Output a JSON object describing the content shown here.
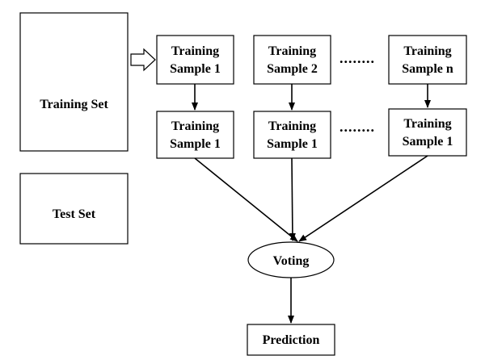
{
  "nodes": {
    "training_set": {
      "label": "Training Set"
    },
    "test_set": {
      "label": "Test Set"
    },
    "sample_top_1": {
      "line1": "Training",
      "line2": "Sample 1"
    },
    "sample_top_2": {
      "line1": "Training",
      "line2": "Sample 2"
    },
    "sample_top_n": {
      "line1": "Training",
      "line2": "Sample n"
    },
    "sample_bottom_1": {
      "line1": "Training",
      "line2": "Sample 1"
    },
    "sample_bottom_2": {
      "line1": "Training",
      "line2": "Sample 1"
    },
    "sample_bottom_3": {
      "line1": "Training",
      "line2": "Sample 1"
    },
    "voting": {
      "label": "Voting"
    },
    "prediction": {
      "label": "Prediction"
    }
  },
  "ellipsis": {
    "top": "........",
    "bottom": "........"
  },
  "edges": [
    {
      "from": "training_set",
      "to": "sample_top_1",
      "style": "hollow-arrow"
    },
    {
      "from": "sample_top_1",
      "to": "sample_bottom_1",
      "style": "arrow"
    },
    {
      "from": "sample_top_2",
      "to": "sample_bottom_2",
      "style": "arrow"
    },
    {
      "from": "sample_top_n",
      "to": "sample_bottom_3",
      "style": "arrow"
    },
    {
      "from": "sample_bottom_1",
      "to": "voting",
      "style": "arrow"
    },
    {
      "from": "sample_bottom_2",
      "to": "voting",
      "style": "arrow"
    },
    {
      "from": "sample_bottom_3",
      "to": "voting",
      "style": "arrow"
    },
    {
      "from": "voting",
      "to": "prediction",
      "style": "arrow"
    }
  ]
}
